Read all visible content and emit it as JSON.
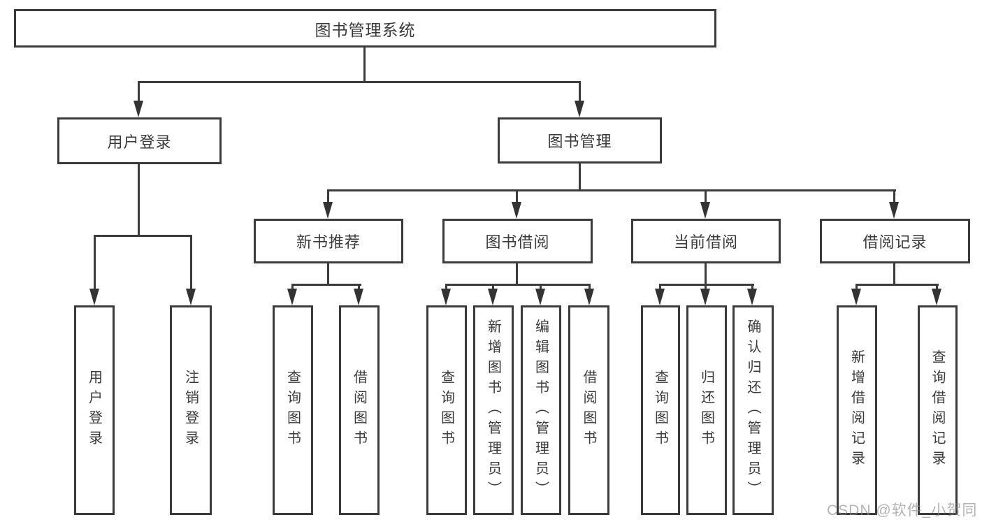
{
  "diagram": {
    "root": {
      "label": "图书管理系统"
    },
    "branches": [
      {
        "label": "用户登录",
        "children": [
          {
            "label": "用户登录"
          },
          {
            "label": "注销登录"
          }
        ]
      },
      {
        "label": "图书管理",
        "children": [
          {
            "label": "新书推荐",
            "children": [
              {
                "label": "查询图书"
              },
              {
                "label": "借阅图书"
              }
            ]
          },
          {
            "label": "图书借阅",
            "children": [
              {
                "label": "查询图书"
              },
              {
                "label": "新增图书（管理员）"
              },
              {
                "label": "编辑图书（管理员）"
              },
              {
                "label": "借阅图书"
              }
            ]
          },
          {
            "label": "当前借阅",
            "children": [
              {
                "label": "查询图书"
              },
              {
                "label": "归还图书"
              },
              {
                "label": "确认归还（管理员）"
              }
            ]
          },
          {
            "label": "借阅记录",
            "children": [
              {
                "label": "新增借阅记录"
              },
              {
                "label": "查询借阅记录"
              }
            ]
          }
        ]
      }
    ],
    "watermark": "CSDN @软件_小贺同学",
    "colors": {
      "line": "#3b3b3b",
      "text": "#3a3a3a",
      "watermark": "#8c8c8c",
      "background": "#ffffff"
    }
  }
}
